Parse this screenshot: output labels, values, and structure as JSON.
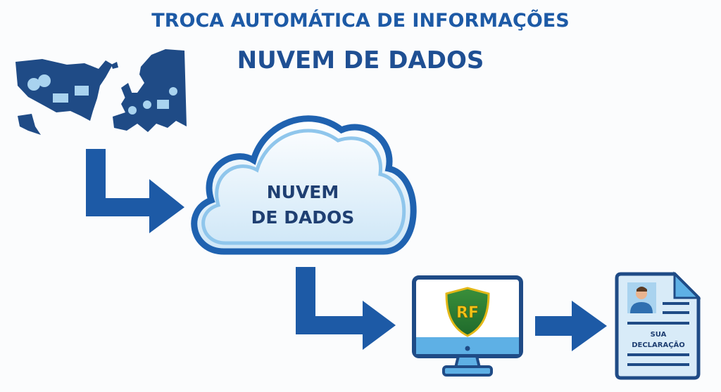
{
  "header": {
    "title": "TROCA AUTOMÁTICA DE INFORMAÇÕES",
    "subtitle": "NUVEM DE DADOS"
  },
  "cloud": {
    "line1": "NUVEM",
    "line2": "DE DADOS"
  },
  "monitor": {
    "shield_text": "RF"
  },
  "document": {
    "line1": "SUA",
    "line2": "DECLARAÇÃO"
  },
  "colors": {
    "primary": "#1d5aa6",
    "dark": "#1f4b86",
    "light": "#bfe0f5",
    "shield_green": "#2e7d32",
    "shield_gold": "#f2c418"
  }
}
